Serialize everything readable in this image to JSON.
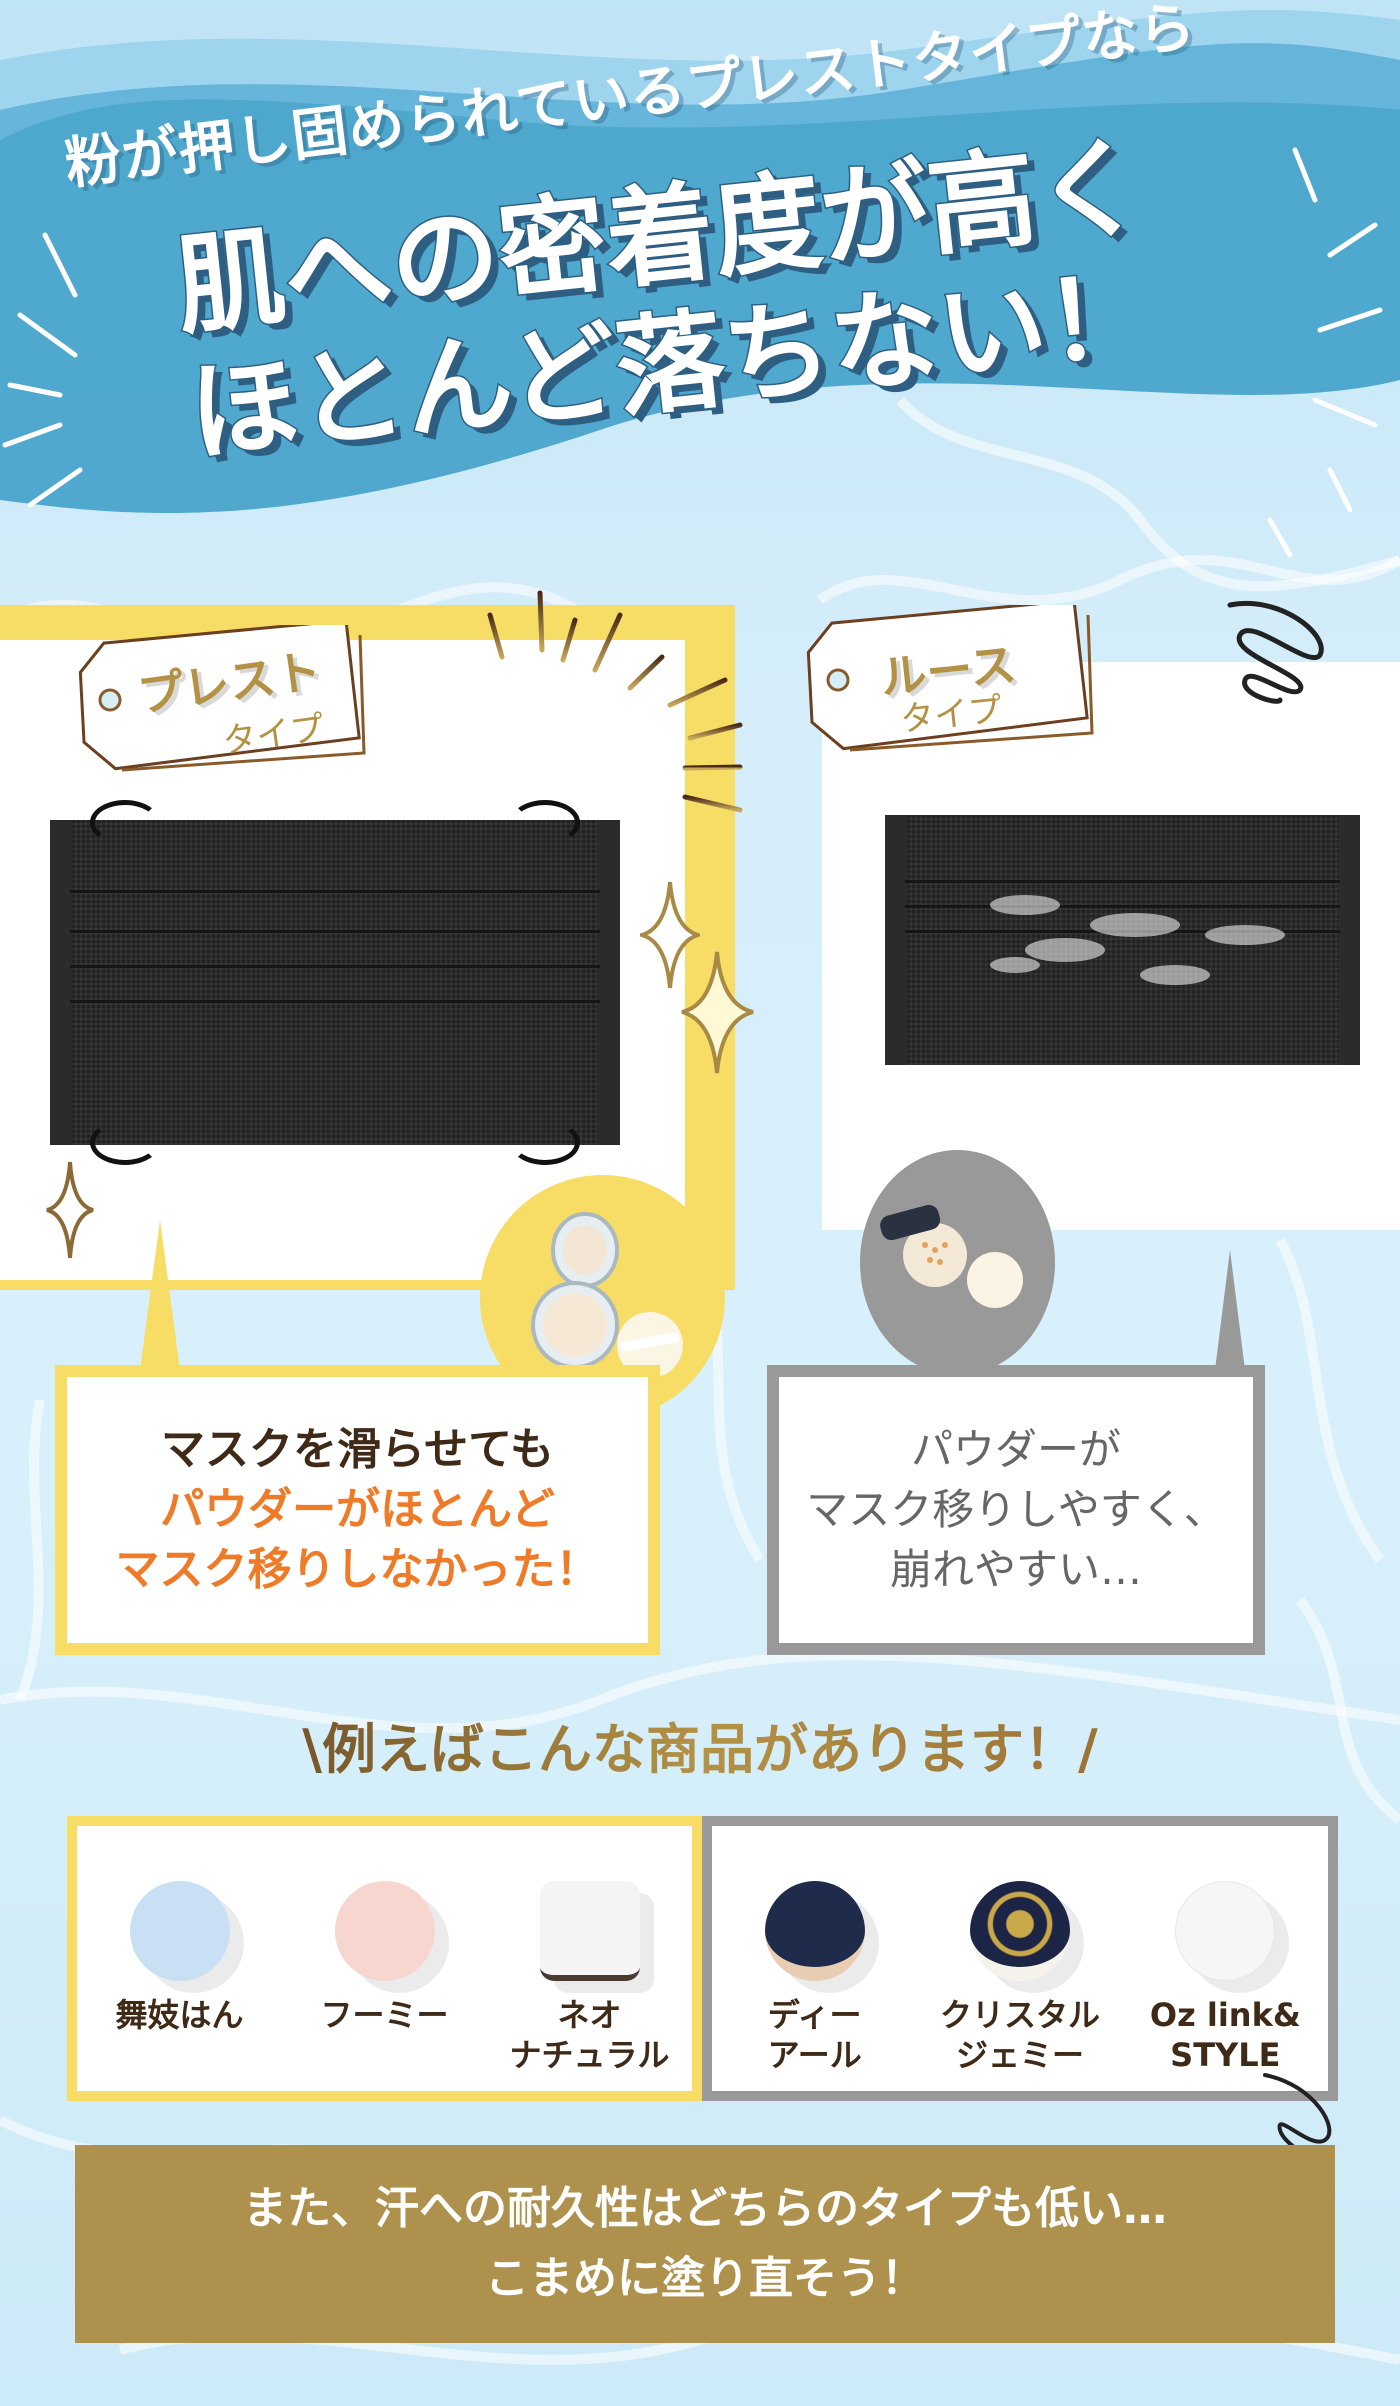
{
  "header": {
    "subtitle": "粉が押し固められているプレストタイプなら",
    "title_line1": "肌への密着度が高く",
    "title_line2": "ほとんど落ちない！"
  },
  "comparison": {
    "pressed": {
      "tag_main": "プレスト",
      "tag_sub": "タイプ",
      "result_line1": "マスクを滑らせても",
      "result_line2": "パウダーがほとんど",
      "result_line3": "マスク移りしなかった！"
    },
    "loose": {
      "tag_main": "ルース",
      "tag_sub": "タイプ",
      "result_line1": "パウダーが",
      "result_line2": "マスク移りしやすく、",
      "result_line3": "崩れやすい…"
    }
  },
  "examples": {
    "title": "\\例えばこんな商品があります！/",
    "pressed_products": [
      {
        "name": "舞妓はん",
        "color": "#c9dff3"
      },
      {
        "name": "フーミー",
        "color": "#f7d6d0"
      },
      {
        "name": "ネオ\nナチュラル",
        "color": "#f4f4f4"
      }
    ],
    "loose_products": [
      {
        "name": "ディー\nアール",
        "color": "#1f2b4a"
      },
      {
        "name": "クリスタル\nジェミー",
        "color": "#1c2545"
      },
      {
        "name": "Oz link&\nSTYLE",
        "color": "#f5f7f7"
      }
    ]
  },
  "footer": {
    "line1": "また、汗への耐久性はどちらのタイプも低い…",
    "line2": "こまめに塗り直そう！"
  },
  "colors": {
    "yellow": "#f7dd65",
    "gray": "#999999",
    "gold": "#ad914d",
    "orange": "#ef7a28",
    "blue_band": "#3a9cc7"
  }
}
